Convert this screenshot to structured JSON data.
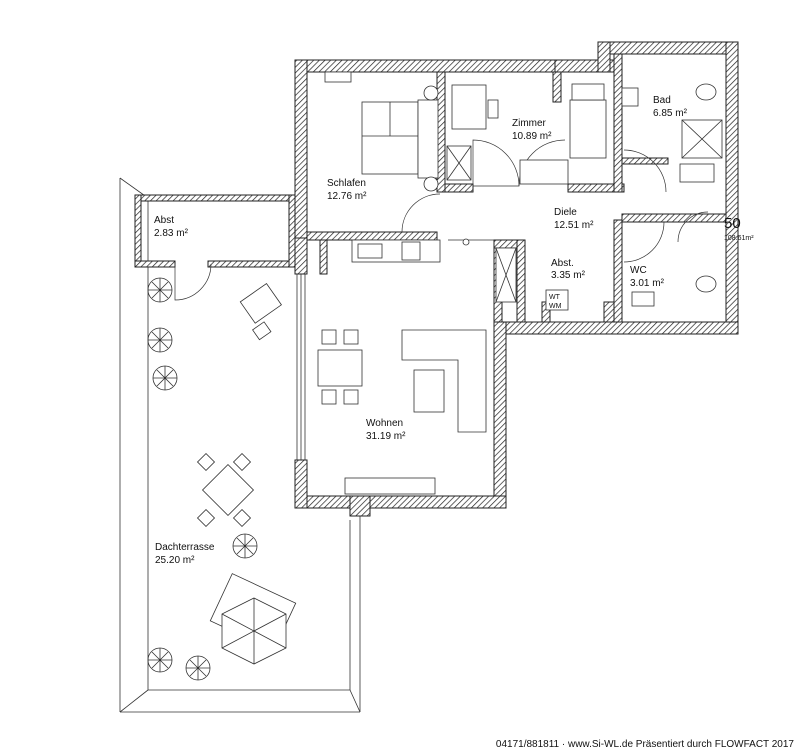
{
  "rooms": {
    "abst_terrace": {
      "name": "Abst",
      "area": "2.83 m²"
    },
    "schlafen": {
      "name": "Schlafen",
      "area": "12.76 m²"
    },
    "zimmer": {
      "name": "Zimmer",
      "area": "10.89 m²"
    },
    "bad": {
      "name": "Bad",
      "area": "6.85 m²"
    },
    "diele": {
      "name": "Diele",
      "area": "12.51 m²"
    },
    "abst": {
      "name": "Abst.",
      "area": "3.35 m²"
    },
    "wc": {
      "name": "WC",
      "area": "3.01 m²"
    },
    "wohnen": {
      "name": "Wohnen",
      "area": "31.19 m²"
    },
    "dachterrasse": {
      "name": "Dachterrasse",
      "area": "25.20 m²"
    }
  },
  "unit": {
    "number": "50",
    "total_area": "108.61m²"
  },
  "labels": {
    "wt": "WT",
    "wm": "WM"
  },
  "footer": "04171/881811 · www.Si-WL.de Präsentiert durch FLOWFACT 2017"
}
